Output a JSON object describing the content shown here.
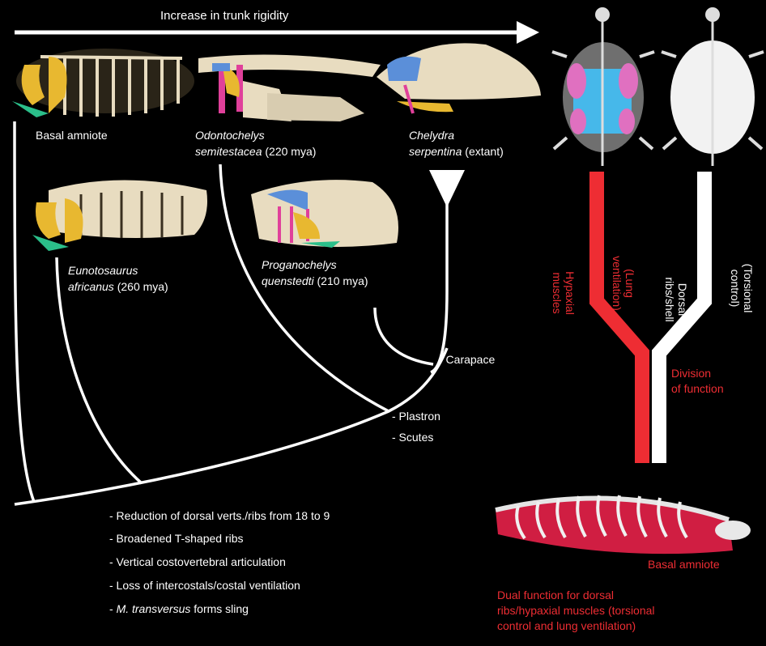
{
  "header": {
    "arrow_label": "Increase in trunk rigidity"
  },
  "taxa": {
    "basal_amniote": {
      "name": "Basal amniote"
    },
    "odontochelys": {
      "name_italic": "Odontochelys",
      "name_italic2": "semitestacea",
      "age": "(220 mya)"
    },
    "chelydra": {
      "name_italic": "Chelydra",
      "name_italic2": "serpentina",
      "age": "(extant)"
    },
    "eunotosaurus": {
      "name_italic": "Eunotosaurus",
      "name_italic2": "africanus",
      "age": "(260 mya)"
    },
    "proganochelys": {
      "name_italic": "Proganochelys",
      "name_italic2": "quenstedti",
      "age": "(210 mya)"
    }
  },
  "clade_traits": {
    "carapace": "- Carapace",
    "plastron": "- Plastron",
    "scutes": "- Scutes"
  },
  "base_traits": [
    "- Reduction of dorsal verts./ribs from 18 to 9",
    "- Broadened T-shaped ribs",
    "- Vertical costovertebral articulation",
    "- Loss of intercostals/costal ventilation"
  ],
  "base_trait_last": {
    "italic": "M. transversus",
    "rest": " forms sling"
  },
  "function_split": {
    "hypaxial": "Hypaxial muscles",
    "hypaxial_line1": "Hypaxial",
    "hypaxial_line2": "muscles",
    "lung_line1": "(Lung",
    "lung_line2": "ventilation)",
    "dorsal_line1": "Dorsal",
    "dorsal_line2": "ribs/shell",
    "torsional_line1": "(Torsional",
    "torsional_line2": "control)",
    "division_line1": "Division",
    "division_line2": "of function",
    "basal_label": "Basal amniote",
    "dual_line1": "Dual function for dorsal",
    "dual_line2": "ribs/hypaxial muscles (torsional",
    "dual_line3": "control and lung ventilation)"
  },
  "colors": {
    "red": "#ee2d33",
    "white": "#ffffff",
    "bone": "#e8dcc0",
    "yellow": "#e8b830",
    "blue": "#5b8fd9",
    "pink": "#e0409a"
  }
}
